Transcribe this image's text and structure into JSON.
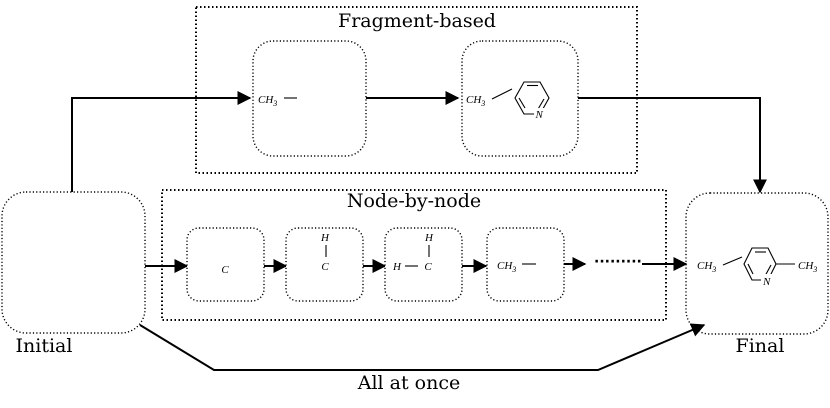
{
  "sections": {
    "fragment_title": "Fragment-based",
    "node_title": "Node-by-node",
    "all_title": "All at once"
  },
  "endpoints": {
    "initial": "Initial",
    "final": "Final"
  },
  "molecules": {
    "ch3_main": "CH",
    "ch3_sub": "3",
    "carbon": "C",
    "hydrogen": "H",
    "nitrogen": "N"
  },
  "ellipsis": "·········"
}
